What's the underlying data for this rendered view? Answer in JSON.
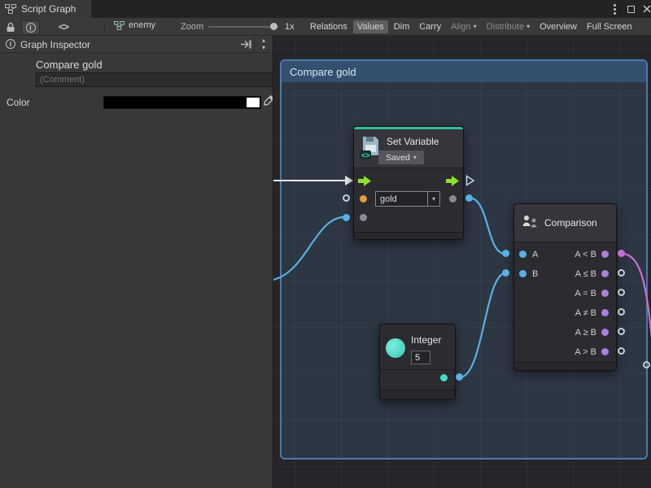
{
  "window": {
    "tab_title": "Script Graph"
  },
  "toolbar": {
    "graph_name": "enemy",
    "zoom_label": "Zoom",
    "zoom_value": "1x",
    "buttons": [
      {
        "label": "Relations",
        "state": "normal"
      },
      {
        "label": "Values",
        "state": "active"
      },
      {
        "label": "Dim",
        "state": "normal"
      },
      {
        "label": "Carry",
        "state": "normal"
      },
      {
        "label": "Align",
        "state": "disabled",
        "dropdown": true
      },
      {
        "label": "Distribute",
        "state": "disabled",
        "dropdown": true
      },
      {
        "label": "Overview",
        "state": "normal"
      },
      {
        "label": "Full Screen",
        "state": "normal"
      }
    ]
  },
  "inspector": {
    "title": "Graph Inspector",
    "graph_title": "Compare gold",
    "comment_placeholder": "(Comment)",
    "color_label": "Color",
    "color_value": "#000000"
  },
  "graph": {
    "group_title": "Compare gold",
    "nodes": {
      "set_variable": {
        "title": "Set Variable",
        "kind_dropdown": "Saved",
        "variable_dropdown": "gold"
      },
      "comparison": {
        "title": "Comparison",
        "inputs": [
          "A",
          "B"
        ],
        "outputs": [
          "A < B",
          "A ≤ B",
          "A = B",
          "A ≠ B",
          "A ≥ B",
          "A > B"
        ]
      },
      "integer": {
        "title": "Integer",
        "value": "5"
      }
    },
    "colors": {
      "flow-green": "#8ce22e",
      "wire-blue": "#58b1e4",
      "wire-white": "#e9e9e9",
      "wire-pink": "#c86fd6",
      "port-orange": "#e79a3d",
      "port-purple": "#ad7fe2",
      "port-cyan": "#47dcc8",
      "group-border": "#4a7ab0",
      "group-fill": "rgba(74,118,170,0.20)",
      "group-header": "#33506e"
    }
  },
  "icons": {
    "chevron_down": "▾",
    "spinner_up": "▴",
    "spinner_down": "▾",
    "code_icon": "<>"
  }
}
